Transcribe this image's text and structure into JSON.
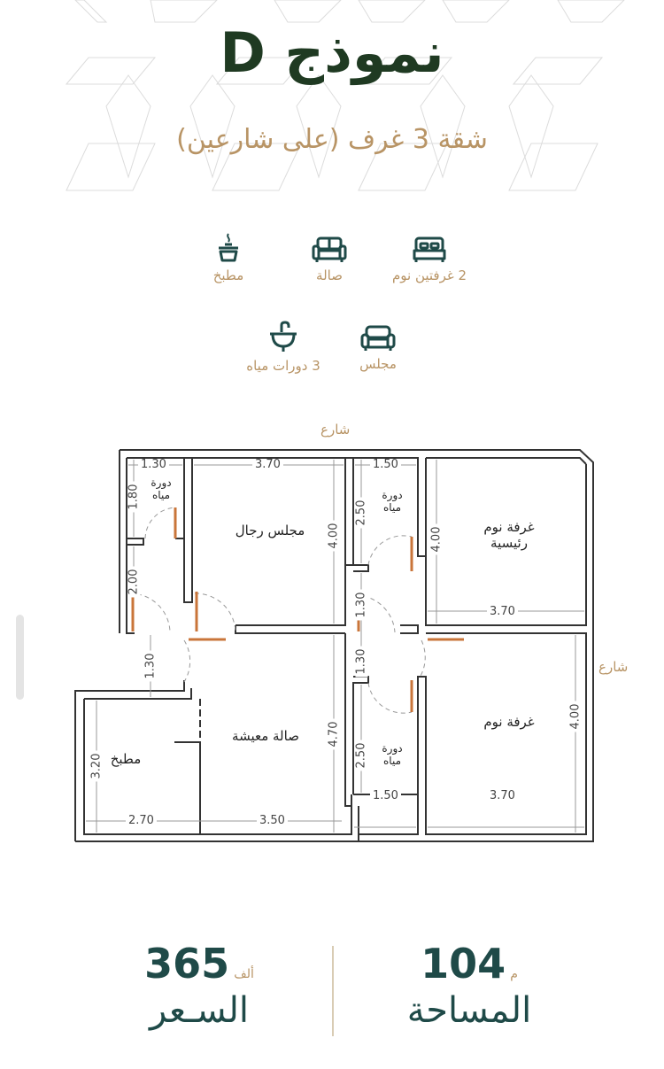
{
  "header": {
    "title": "نموذج D",
    "subtitle": "شقة 3 غرف (على شارعين)"
  },
  "features": [
    {
      "icon": "bed-icon",
      "label": "2 غرفتين نوم"
    },
    {
      "icon": "sofa-icon",
      "label": "صالة"
    },
    {
      "icon": "cooking-pot-icon",
      "label": "مطبخ"
    },
    {
      "icon": "armchair-icon",
      "label": "مجلس"
    },
    {
      "icon": "sink-icon",
      "label": "3 دورات مياه"
    }
  ],
  "floor_plan": {
    "street_top": "شارع",
    "street_right": "شارع",
    "rooms": {
      "wc_left": "دورة مياه",
      "majlis": "مجلس رجال",
      "wc_top_right": "دورة مياه",
      "master_bedroom": "غرفة نوم رئيسية",
      "bedroom": "غرفة نوم",
      "living": "صالة معيشة",
      "kitchen": "مطبخ",
      "wc_bottom_right": "دورة مياه"
    },
    "dimensions": {
      "wc_left_w": "1.30",
      "wc_left_h": "1.80",
      "corridor_left_h": "2.00",
      "majlis_w": "3.70",
      "majlis_h": "4.00",
      "wc_tr_w": "1.50",
      "wc_tr_h": "2.50",
      "master_h": "4.00",
      "master_w": "3.70",
      "hall_center_h": "1.30",
      "entry_h": "1.30",
      "hall_right_h": "1.30",
      "living_h": "4.70",
      "kitchen_h": "3.20",
      "kitchen_w": "2.70",
      "living_w": "3.50",
      "wc_br_h": "2.50",
      "wc_br_w": "1.50",
      "bedroom_h": "4.00",
      "bedroom_w": "3.70"
    }
  },
  "stats": {
    "area": {
      "value": "104",
      "unit": "م",
      "caption": "المساحة"
    },
    "price": {
      "value": "365",
      "unit": "ألف",
      "caption": "السـعر"
    }
  },
  "colors": {
    "title": "#1f3a22",
    "accent": "#b89465",
    "stat": "#1f4a48",
    "door": "#c9753a"
  }
}
